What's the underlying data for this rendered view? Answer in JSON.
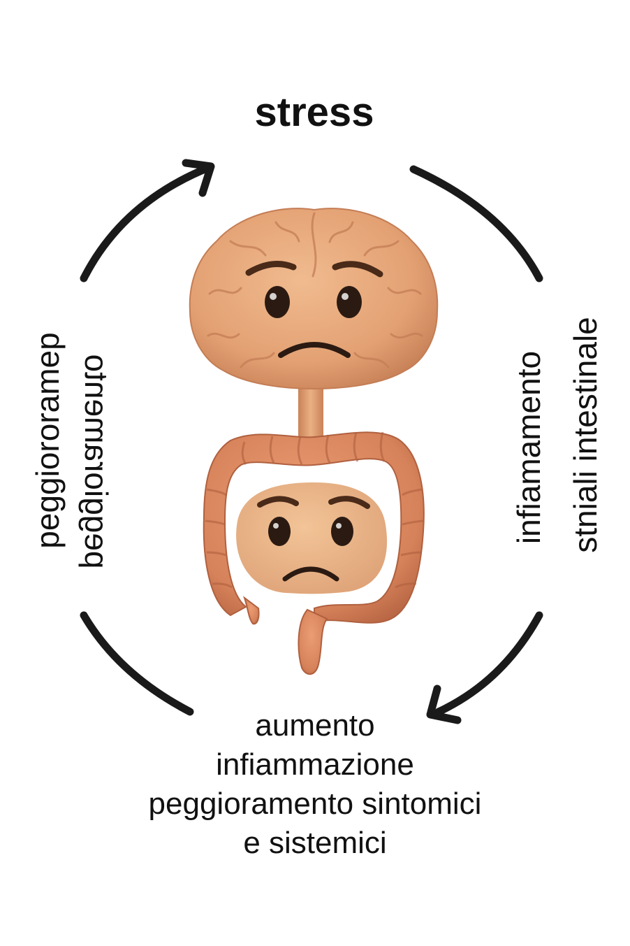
{
  "cycle": {
    "top": "stress",
    "right_line1": "infiamamento",
    "right_line2": "stniali intestinale",
    "left_line1": "peggiororamep",
    "left_line2": "peggioramento",
    "bottom_lines": [
      "aumento",
      "infiammazione",
      "peggioramento sintomici",
      "e sistemici"
    ]
  },
  "icons": {
    "brain": "sad-brain-icon",
    "gut": "sad-intestine-icon"
  },
  "colors": {
    "arrow": "#1a1a1a",
    "text": "#111111",
    "brain": "#e6a77a",
    "brain_dark": "#c98258",
    "gut": "#dc8a63",
    "gut_dark": "#b86644",
    "face": "#eab68a",
    "eye": "#2b1a12"
  }
}
